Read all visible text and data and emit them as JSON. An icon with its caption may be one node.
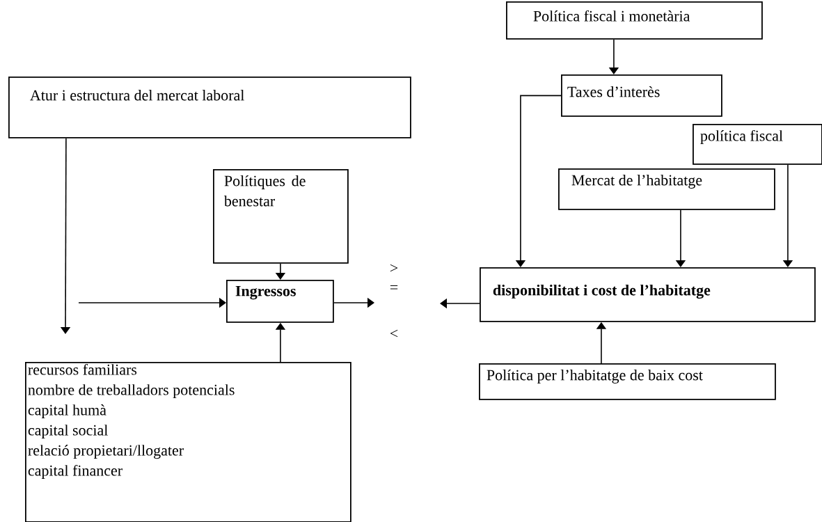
{
  "diagram": {
    "nodes": [
      {
        "text": [
          "Política fiscal i monetària"
        ]
      },
      {
        "text": [
          "Taxes d’interès"
        ]
      },
      {
        "text": [
          "Atur i estructura del mercat laboral"
        ]
      },
      {
        "text": [
          "política fiscal"
        ]
      },
      {
        "text": [
          "Polítiques de benestar"
        ]
      },
      {
        "text": [
          "Mercat de l’habitatge"
        ]
      },
      {
        "text": [
          "Ingressos"
        ]
      },
      {
        "text": [
          "disponibilitat i cost de l’habitatge"
        ]
      },
      {
        "text": [
          "recursos familiars",
          "nombre de treballadors potencials",
          "capital humà",
          "capital social",
          "relació propietari/llogater",
          "capital financer"
        ]
      },
      {
        "text": [
          "Política per l’habitatge de baix cost"
        ]
      }
    ],
    "edges": [
      {
        "from": 0,
        "to": 1,
        "arrow": "to"
      },
      {
        "from": 1,
        "to": 7,
        "arrow": "to"
      },
      {
        "from": 3,
        "to": 7,
        "arrow": "to"
      },
      {
        "from": 5,
        "to": 7,
        "arrow": "to"
      },
      {
        "from": 4,
        "to": 6,
        "arrow": "to"
      },
      {
        "from": null,
        "to": 6,
        "arrow": "to"
      },
      {
        "from": 2,
        "to": null,
        "arrow": "to"
      },
      {
        "from": 6,
        "to": null,
        "arrow": "to"
      },
      {
        "from": 7,
        "to": null,
        "arrow": "to"
      },
      {
        "from": 8,
        "to": 6,
        "arrow": "to"
      },
      {
        "from": 9,
        "to": 7,
        "arrow": "to"
      }
    ],
    "labels": [
      ">",
      "=",
      "<"
    ]
  }
}
